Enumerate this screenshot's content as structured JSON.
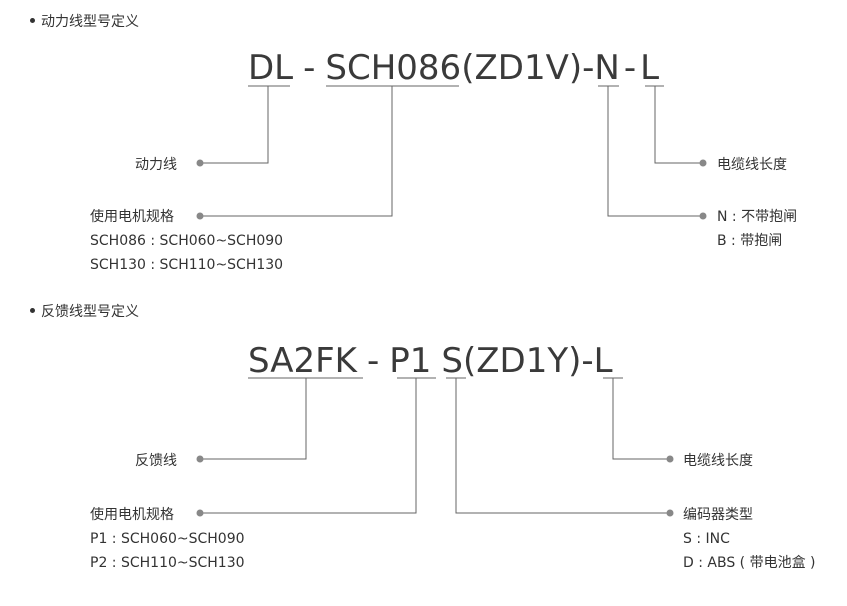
{
  "sections": [
    {
      "title": "动力线型号定义",
      "code_parts": [
        "DL",
        "-",
        "SCH086",
        "(ZD1V)",
        "-",
        "N",
        "-",
        "L"
      ],
      "labels": {
        "line_type": "动力线",
        "motor_spec": "使用电机规格",
        "cable_length": "电缆线长度",
        "brake_n": "N : 不带抱闸",
        "brake_b": "B : 带抱闸"
      },
      "spec_lines": [
        "SCH086 : SCH060~SCH090",
        "SCH130 : SCH110~SCH130"
      ]
    },
    {
      "title": "反馈线型号定义",
      "code_parts": [
        "SA2FK",
        "-",
        "P1",
        "S",
        "(ZD1Y)",
        "-",
        "L"
      ],
      "labels": {
        "line_type": "反馈线",
        "motor_spec": "使用电机规格",
        "cable_length": "电缆线长度",
        "encoder_type": "编码器类型",
        "encoder_s": "S : INC",
        "encoder_d": "D : ABS ( 带电池盒 )"
      },
      "spec_lines": [
        "P1 : SCH060~SCH090",
        "P2 : SCH110~SCH130"
      ]
    }
  ],
  "colors": {
    "line": "#666666",
    "dot": "#888888",
    "text": "#333333"
  }
}
